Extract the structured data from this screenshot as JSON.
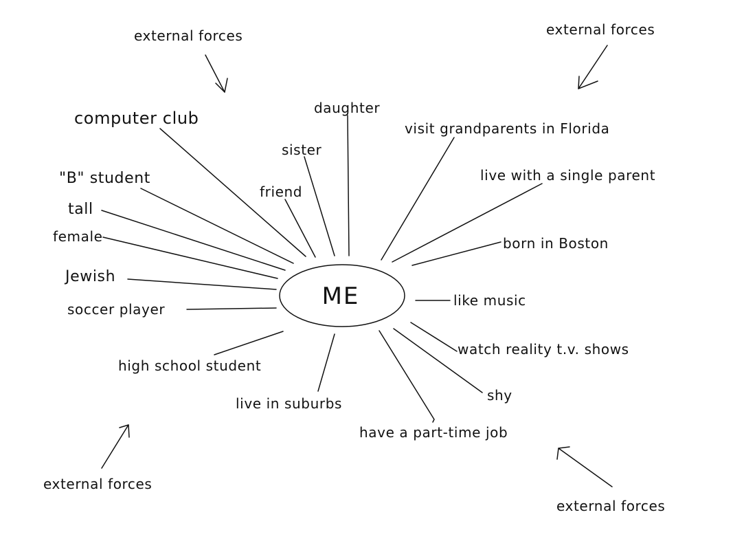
{
  "center": {
    "label": "ME"
  },
  "external_forces": [
    "external forces",
    "external forces",
    "external forces",
    "external forces"
  ],
  "spokes": [
    "computer club",
    "\"B\" student",
    "tall",
    "female",
    "Jewish",
    "soccer player",
    "high school student",
    "live in suburbs",
    "have a part-time job",
    "shy",
    "watch reality t.v. shows",
    "like music",
    "born in Boston",
    "live with a single parent",
    "visit grandparents in Florida",
    "daughter",
    "sister",
    "friend"
  ]
}
